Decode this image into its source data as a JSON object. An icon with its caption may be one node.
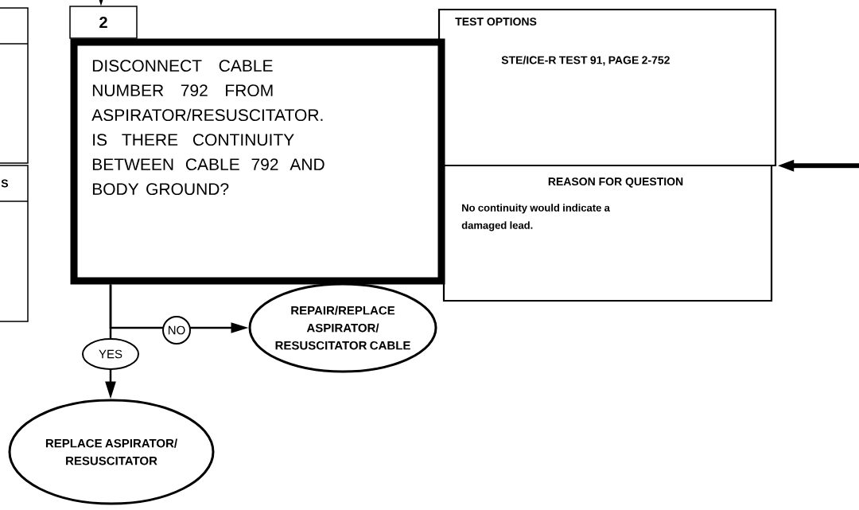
{
  "diagram": {
    "nodes": [
      {
        "text": [
          "2"
        ]
      },
      {
        "text": [
          "DISCONNECT CABLE NUMBER 792 FROM ASPIRATOR/RESUSCITATOR.",
          "IS THERE CONTINUITY BETWEEN CABLE 792 AND BODY GROUND?"
        ]
      },
      {
        "text": [
          "TEST OPTIONS",
          "STE/ICE-R TEST 91, PAGE 2-752"
        ]
      },
      {
        "text": [
          "REASON FOR QUESTION",
          "No continuity would indicate a damaged lead."
        ]
      },
      {
        "text": [
          "REPAIR/REPLACE ASPIRATOR/ RESUSCITATOR CABLE"
        ]
      },
      {
        "text": [
          "REPLACE ASPIRATOR/ RESUSCITATOR"
        ]
      },
      {
        "text": [],
        "shape": "box"
      },
      {
        "text": [
          "S"
        ]
      }
    ],
    "edges": [
      {
        "from": null,
        "to": 0,
        "arrow": "to"
      },
      {
        "from": null,
        "to": 2,
        "arrow": "to",
        "style": "thick"
      },
      {
        "from": 1,
        "to": 4,
        "arrow": "to",
        "label": "NO"
      },
      {
        "from": 1,
        "to": 5,
        "arrow": "to",
        "label": "YES"
      }
    ]
  }
}
